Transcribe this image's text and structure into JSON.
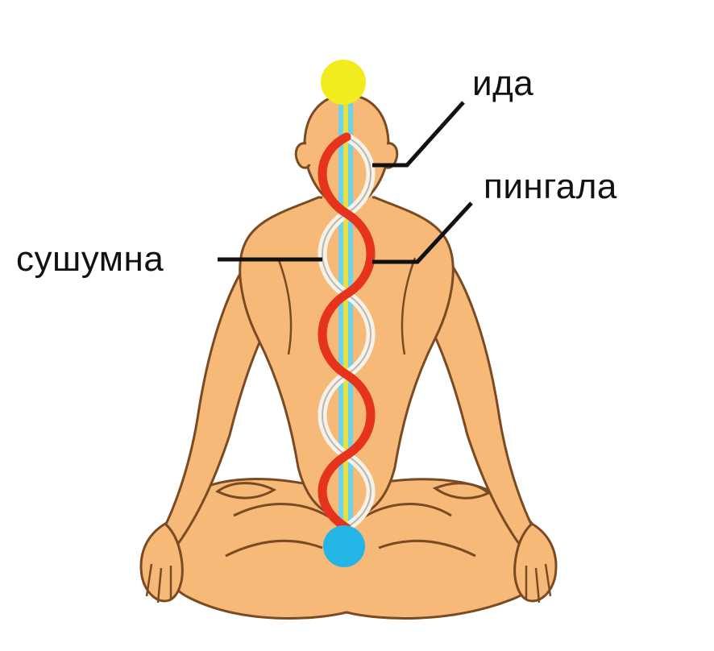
{
  "labels": {
    "ida": "ида",
    "pingala": "пингала",
    "sushumna": "сушумна"
  },
  "colors": {
    "skin": "#f7b978",
    "outline": "#7a4a22",
    "crown_chakra": "#f2ec1c",
    "root_chakra": "#22b5e6",
    "central_channel": "#6ed2ea",
    "central_core": "#e8e040",
    "pingala_channel": "#e5341b",
    "ida_channel": "#f4f2ea",
    "leader_line": "#111111"
  },
  "icons": {
    "figure": "meditating-person-icon",
    "crown": "crown-chakra-icon",
    "root": "root-chakra-icon"
  }
}
